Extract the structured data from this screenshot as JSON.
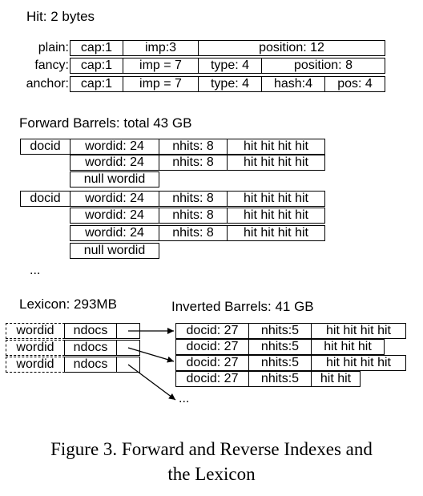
{
  "hit": {
    "title": "Hit: 2 bytes",
    "rows": [
      {
        "label": "plain:",
        "cells": [
          "cap:1",
          "imp:3",
          "position: 12"
        ]
      },
      {
        "label": "fancy:",
        "cells": [
          "cap:1",
          "imp = 7",
          "type: 4",
          "position: 8"
        ]
      },
      {
        "label": "anchor:",
        "cells": [
          "cap:1",
          "imp = 7",
          "type: 4",
          "hash:4",
          "pos: 4"
        ]
      }
    ]
  },
  "forward": {
    "title": "Forward Barrels: total 43 GB",
    "docid": "docid",
    "wordid": "wordid: 24",
    "nhits": "nhits: 8",
    "hits": "hit hit hit hit",
    "null": "null wordid",
    "ellipsis": "..."
  },
  "lexicon": {
    "title": "Lexicon: 293MB",
    "wordid": "wordid",
    "ndocs": "ndocs"
  },
  "inverted": {
    "title": "Inverted Barrels: 41 GB",
    "docid": "docid: 27",
    "nhits": "nhits:5",
    "rows": [
      "hit hit hit hit",
      "hit hit hit",
      "hit hit hit hit",
      "hit hit"
    ],
    "ellipsis": "..."
  },
  "caption": {
    "line1": "Figure 3. Forward and Reverse Indexes and",
    "line2": "the Lexicon"
  }
}
